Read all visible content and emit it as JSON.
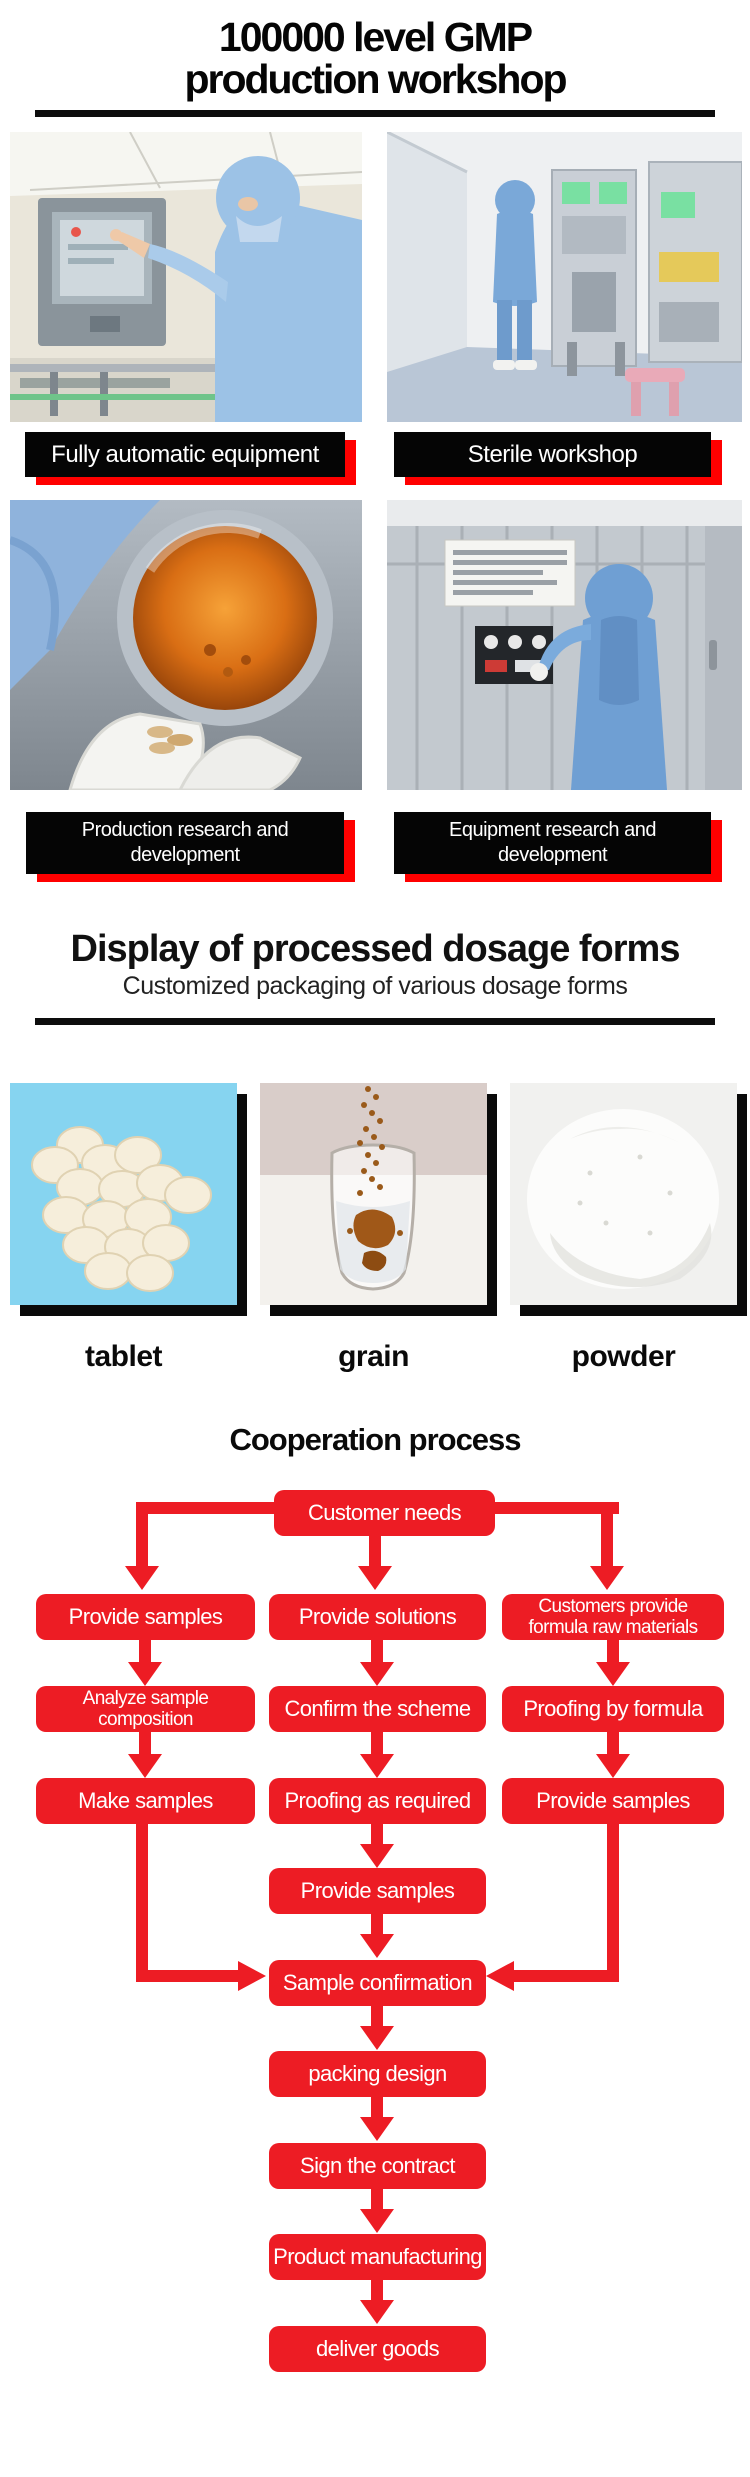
{
  "colors": {
    "flow_red": "#ed1c24",
    "label_shadow_red": "#ff0000",
    "plate_black": "#050505",
    "tablet_bg_blue": "#86d4f0"
  },
  "workshop": {
    "title_line1": "100000 level GMP",
    "title_line2": "production workshop",
    "photo_labels": [
      "Fully automatic equipment",
      "Sterile workshop",
      "Production research and development",
      "Equipment research and development"
    ]
  },
  "dosage": {
    "title": "Display of processed dosage forms",
    "subtitle": "Customized packaging of various dosage forms",
    "items": [
      "tablet",
      "grain",
      "powder"
    ]
  },
  "cooperation": {
    "title": "Cooperation process",
    "top": "Customer needs",
    "columns": {
      "left": [
        "Provide samples",
        "Analyze sample composition",
        "Make samples"
      ],
      "middle": [
        "Provide solutions",
        "Confirm the scheme",
        "Proofing as required"
      ],
      "right": [
        "Customers provide formula raw materials",
        "Proofing by formula",
        "Provide samples"
      ]
    },
    "chain": [
      "Provide samples",
      "Sample confirmation",
      "packing design",
      "Sign the contract",
      "Product manufacturing",
      "deliver goods"
    ]
  }
}
